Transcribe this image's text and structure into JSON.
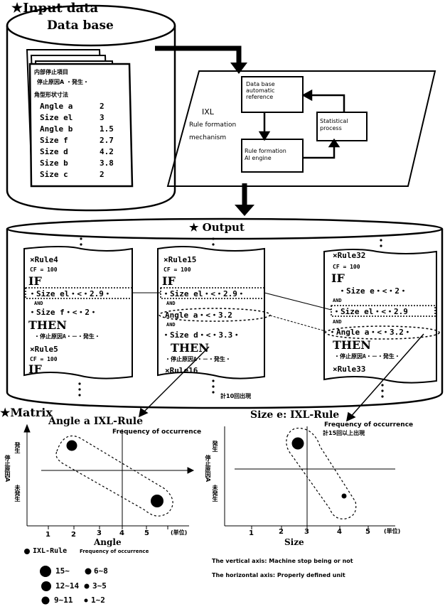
{
  "input": {
    "title": "★Input data",
    "database": "Data base",
    "sheet": {
      "line1": "内部停止項目",
      "line2": "停止原因A ・発生・",
      "line3": "角型形状寸法",
      "params": [
        {
          "name": "Angle a",
          "value": "2"
        },
        {
          "name": "Size el",
          "value": "3"
        },
        {
          "name": "Angle b",
          "value": "1.5"
        },
        {
          "name": "Size f",
          "value": "2.7"
        },
        {
          "name": "Size d",
          "value": "4.2"
        },
        {
          "name": "Size b",
          "value": "3.8"
        },
        {
          "name": "Size c",
          "value": "2"
        }
      ]
    }
  },
  "ixl": {
    "label1": "IXL",
    "label2": "Rule formation",
    "label3": "mechanism",
    "box_db": "Data base\nautomatic\nreference",
    "box_stat": "Statistical\nprocess",
    "box_rule": "Rule formation\nAI engine"
  },
  "output": {
    "title": "★ Output",
    "col1": {
      "rule": "×Rule4",
      "cf": "CF = 100",
      "if": "IF",
      "c1": "・Size el・<・2.9・",
      "and": "AND",
      "c2": "・Size f・<・2・",
      "then": "THEN",
      "res": "・停止原因A・－・発生・",
      "rule2": "×Rule5",
      "cf2": "CF = 100",
      "if2": "IF"
    },
    "col2": {
      "rule": "×Rule15",
      "cf": "CF = 100",
      "if": "IF",
      "c1": "・Size el・<・2.9・",
      "and1": "AND",
      "c2": "Angle a・<・3.2",
      "and2": "AND",
      "c3": "・Size d・<・3.3・",
      "then": "THEN",
      "res": "・停止原因A・－・発生・",
      "rule2": "×Rule16"
    },
    "col3": {
      "rule": "×Rule32",
      "cf": "CF = 100",
      "if": "IF",
      "c1": "・Size e・<・2・",
      "and1": "AND",
      "c2": "・Size el・<・2.9",
      "and2": "AND",
      "c3": "・Angle a・<・3.2・",
      "then": "THEN",
      "res": "・停止原因A・－・発生・",
      "rule2": "×Rule33"
    },
    "count": "計10回出現"
  },
  "matrix": {
    "title": "★Matrix",
    "left": {
      "title": "Angle a IXL-Rule",
      "freq": "Frequency of occurrence",
      "ylabel": "停止原因A",
      "y_top": "発生",
      "y_bottom": "未発生",
      "xlabel": "Angle",
      "unit": "(単位)",
      "ticks": [
        "1",
        "2",
        "3",
        "4",
        "5"
      ]
    },
    "right": {
      "title": "Size e: IXL-Rule",
      "freq": "Frequency of occurrence",
      "count": "計15回以上出現",
      "ylabel": "停止原因A",
      "y_top": "発生",
      "y_bottom": "未発生",
      "xlabel": "Size",
      "unit": "(単位)",
      "ticks": [
        "1",
        "2",
        "3",
        "4",
        "5"
      ]
    },
    "legend": {
      "title": "IXL-Rule",
      "title_sub": "Frequency of occurrence",
      "items": [
        "15~",
        "6~8",
        "12~14",
        "3~5",
        "9~11",
        "1~2"
      ]
    },
    "note1": "The vertical axis: Machine stop being or not",
    "note2": "The horizontal axis: Properly defined unit"
  }
}
